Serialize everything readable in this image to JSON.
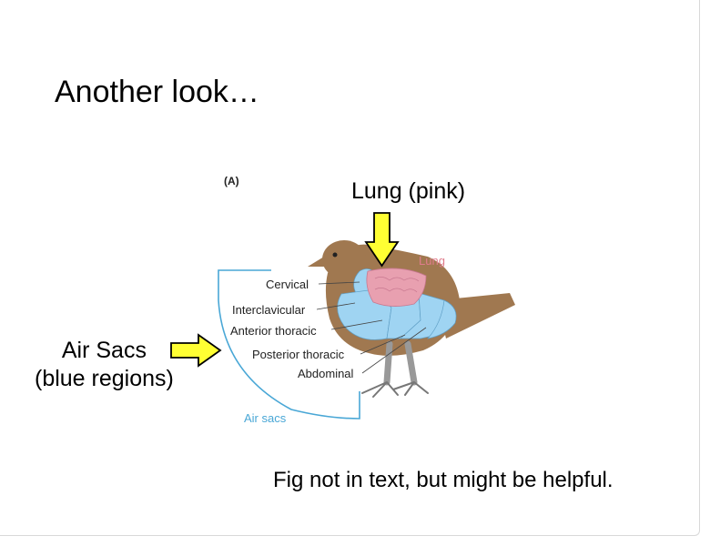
{
  "slide": {
    "title": "Another look…",
    "lung_note": "Lung (pink)",
    "air_note_line1": "Air Sacs",
    "air_note_line2": "(blue regions)",
    "footer": "Fig not in text, but might be helpful."
  },
  "figure": {
    "panel_label": "(A)",
    "lung_label": "Lung",
    "air_sacs_label": "Air sacs",
    "sac_labels": [
      "Cervical",
      "Interclavicular",
      "Anterior thoracic",
      "Posterior thoracic",
      "Abdominal"
    ]
  },
  "colors": {
    "bird_body": "#a07850",
    "air_sacs": "#9fd4f2",
    "lung": "#e8a0b0",
    "arrow_fill": "#ffff33",
    "bracket": "#49a7d6"
  }
}
